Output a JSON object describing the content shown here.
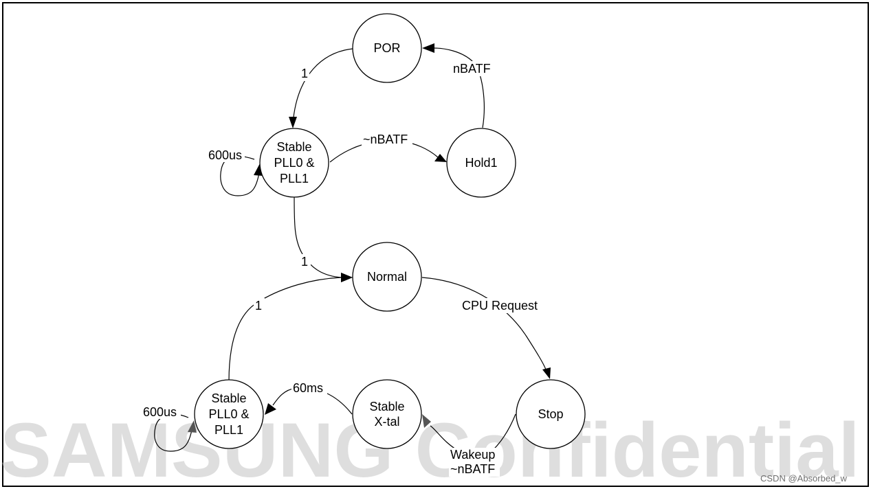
{
  "diagram": {
    "states": {
      "por": [
        "POR"
      ],
      "stable_pll_top": [
        "Stable",
        "PLL0 &",
        "PLL1"
      ],
      "hold1": [
        "Hold1"
      ],
      "normal": [
        "Normal"
      ],
      "stop": [
        "Stop"
      ],
      "stable_xtal": [
        "Stable",
        "X-tal"
      ],
      "stable_pll_bottom": [
        "Stable",
        "PLL0 &",
        "PLL1"
      ]
    },
    "transitions": {
      "por_to_stable_top": "1",
      "stable_top_to_hold1": "~nBATF",
      "hold1_to_por": "nBATF",
      "stable_top_self": "600us",
      "stable_top_to_normal": "1",
      "normal_to_stop": "CPU Request",
      "stop_to_xtal": [
        "Wakeup",
        "~nBATF"
      ],
      "xtal_to_stable_bottom": "60ms",
      "stable_bottom_self": "600us",
      "stable_bottom_to_normal": "1"
    }
  },
  "watermark": {
    "text": "SAMSUNG Confidential",
    "credit": "CSDN @Absorbed_w"
  }
}
